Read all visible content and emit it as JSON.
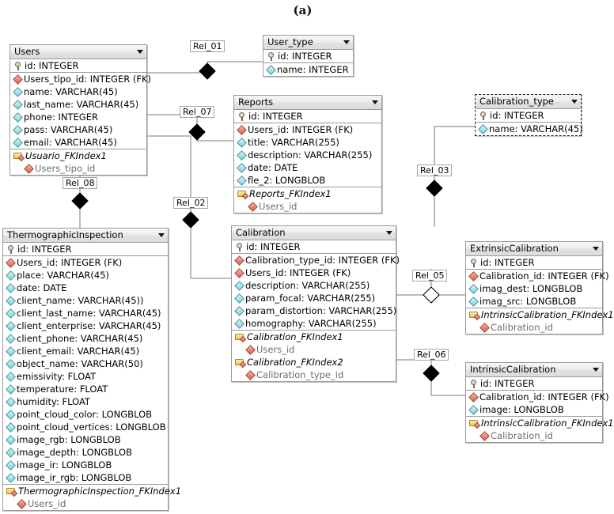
{
  "figure": {
    "label": "(a)"
  },
  "icons": {
    "pk": "key-icon",
    "fk": "red-diamond-icon",
    "plain": "cyan-diamond-icon",
    "index": "index-folder-icon",
    "caret": "chevron-down-icon",
    "diamond": "relationship-diamond-icon"
  },
  "colors": {
    "table_border": "#9a9a9a",
    "header_bg": "#e6e6e6",
    "fk_marker": "#d9604a",
    "plain_marker": "#7fd3dc",
    "index_folder": "#f0c64f",
    "line": "#7a7a7a",
    "diamond_fill": "#000000"
  },
  "tables": [
    {
      "name": "Users",
      "selected": false,
      "columns": [
        {
          "icon": "pk",
          "text": "id: INTEGER"
        },
        {
          "icon": "fk",
          "text": "Users_tipo_id: INTEGER (FK)"
        },
        {
          "icon": "plain",
          "text": "name: VARCHAR(45)"
        },
        {
          "icon": "plain",
          "text": "last_name: VARCHAR(45)"
        },
        {
          "icon": "plain",
          "text": "phone: INTEGER"
        },
        {
          "icon": "plain",
          "text": "pass: VARCHAR(45)"
        },
        {
          "icon": "plain",
          "text": "email: VARCHAR(45)"
        }
      ],
      "indices": [
        {
          "name": "Usuario_FKIndex1",
          "columns": [
            "Users_tipo_id"
          ]
        }
      ]
    },
    {
      "name": "User_type",
      "selected": false,
      "columns": [
        {
          "icon": "pk",
          "text": "id: INTEGER"
        },
        {
          "icon": "plain",
          "text": "name: INTEGER"
        }
      ],
      "indices": []
    },
    {
      "name": "Reports",
      "selected": false,
      "columns": [
        {
          "icon": "pk",
          "text": "id: INTEGER"
        },
        {
          "icon": "fk",
          "text": "Users_id: INTEGER (FK)"
        },
        {
          "icon": "plain",
          "text": "title: VARCHAR(255)"
        },
        {
          "icon": "plain",
          "text": "description: VARCHAR(255)"
        },
        {
          "icon": "plain",
          "text": "date: DATE"
        },
        {
          "icon": "plain",
          "text": "fle_2: LONGBLOB"
        }
      ],
      "indices": [
        {
          "name": "Reports_FKIndex1",
          "columns": [
            "Users_id"
          ]
        }
      ]
    },
    {
      "name": "Calibration_type",
      "selected": true,
      "columns": [
        {
          "icon": "pk",
          "text": "id: INTEGER"
        },
        {
          "icon": "plain",
          "text": "name: VARCHAR(45)"
        }
      ],
      "indices": []
    },
    {
      "name": "ThermographicInspection",
      "selected": false,
      "columns": [
        {
          "icon": "pk",
          "text": "id: INTEGER"
        },
        {
          "icon": "fk",
          "text": "Users_id: INTEGER (FK)"
        },
        {
          "icon": "plain",
          "text": "place: VARCHAR(45)"
        },
        {
          "icon": "plain",
          "text": "date: DATE"
        },
        {
          "icon": "plain",
          "text": "client_name: VARCHAR(45))"
        },
        {
          "icon": "plain",
          "text": "client_last_name: VARCHAR(45)"
        },
        {
          "icon": "plain",
          "text": "client_enterprise: VARCHAR(45)"
        },
        {
          "icon": "plain",
          "text": "client_phone: VARCHAR(45)"
        },
        {
          "icon": "plain",
          "text": "client_email: VARCHAR(45)"
        },
        {
          "icon": "plain",
          "text": "object_name: VARCHAR(50)"
        },
        {
          "icon": "plain",
          "text": "emissivity: FLOAT"
        },
        {
          "icon": "plain",
          "text": "temperature: FLOAT"
        },
        {
          "icon": "plain",
          "text": "humidity: FLOAT"
        },
        {
          "icon": "plain",
          "text": "point_cloud_color: LONGBLOB"
        },
        {
          "icon": "plain",
          "text": "point_cloud_vertices: LONGBLOB"
        },
        {
          "icon": "plain",
          "text": "image_rgb: LONGBLOB"
        },
        {
          "icon": "plain",
          "text": "image_depth: LONGBLOB"
        },
        {
          "icon": "plain",
          "text": "image_ir: LONGBLOB"
        },
        {
          "icon": "plain",
          "text": "image_ir_rgb: LONGBLOB"
        }
      ],
      "indices": [
        {
          "name": "ThermographicInspection_FKIndex1",
          "columns": [
            "Users_id"
          ]
        }
      ]
    },
    {
      "name": "Calibration",
      "selected": false,
      "columns": [
        {
          "icon": "pk",
          "text": "id: INTEGER"
        },
        {
          "icon": "fk",
          "text": "Calibration_type_id: INTEGER (FK)"
        },
        {
          "icon": "fk",
          "text": "Users_id: INTEGER (FK)"
        },
        {
          "icon": "plain",
          "text": "description: VARCHAR(255)"
        },
        {
          "icon": "plain",
          "text": "param_focal: VARCHAR(255)"
        },
        {
          "icon": "plain",
          "text": "param_distortion: VARCHAR(255)"
        },
        {
          "icon": "plain",
          "text": "homography: VARCHAR(255)"
        }
      ],
      "indices": [
        {
          "name": "Calibration_FKIndex1",
          "columns": [
            "Users_id"
          ]
        },
        {
          "name": "Calibration_FKIndex2",
          "columns": [
            "Calibration_type_id"
          ]
        }
      ]
    },
    {
      "name": "ExtrinsicCalibration",
      "selected": false,
      "columns": [
        {
          "icon": "pk",
          "text": "id: INTEGER"
        },
        {
          "icon": "fk",
          "text": "Calibration_id: INTEGER (FK)"
        },
        {
          "icon": "plain",
          "text": "imag_dest: LONGBLOB"
        },
        {
          "icon": "plain",
          "text": "imag_src: LONGBLOB"
        }
      ],
      "indices": [
        {
          "name": "IntrinsicCalibration_FKIndex1",
          "columns": [
            "Calibration_id"
          ]
        }
      ]
    },
    {
      "name": "IntrinsicCalibration",
      "selected": false,
      "columns": [
        {
          "icon": "pk",
          "text": "id: INTEGER"
        },
        {
          "icon": "fk",
          "text": "Calibration_id: INTEGER (FK)"
        },
        {
          "icon": "plain",
          "text": "image: LONGBLOB"
        }
      ],
      "indices": [
        {
          "name": "IntrinsicCalibration_FKIndex1",
          "columns": [
            "Calibration_id"
          ]
        }
      ]
    }
  ],
  "relationships": [
    {
      "label": "Rel_01",
      "from": "Users",
      "to": "User_type"
    },
    {
      "label": "Rel_07",
      "from": "Users",
      "to": "Reports"
    },
    {
      "label": "Rel_08",
      "from": "Users",
      "to": "ThermographicInspection"
    },
    {
      "label": "Rel_02",
      "from": "Users",
      "to": "Calibration"
    },
    {
      "label": "Rel_03",
      "from": "Calibration_type",
      "to": "Calibration"
    },
    {
      "label": "Rel_05",
      "from": "Calibration",
      "to": "ExtrinsicCalibration"
    },
    {
      "label": "Rel_06",
      "from": "Calibration",
      "to": "IntrinsicCalibration"
    }
  ]
}
